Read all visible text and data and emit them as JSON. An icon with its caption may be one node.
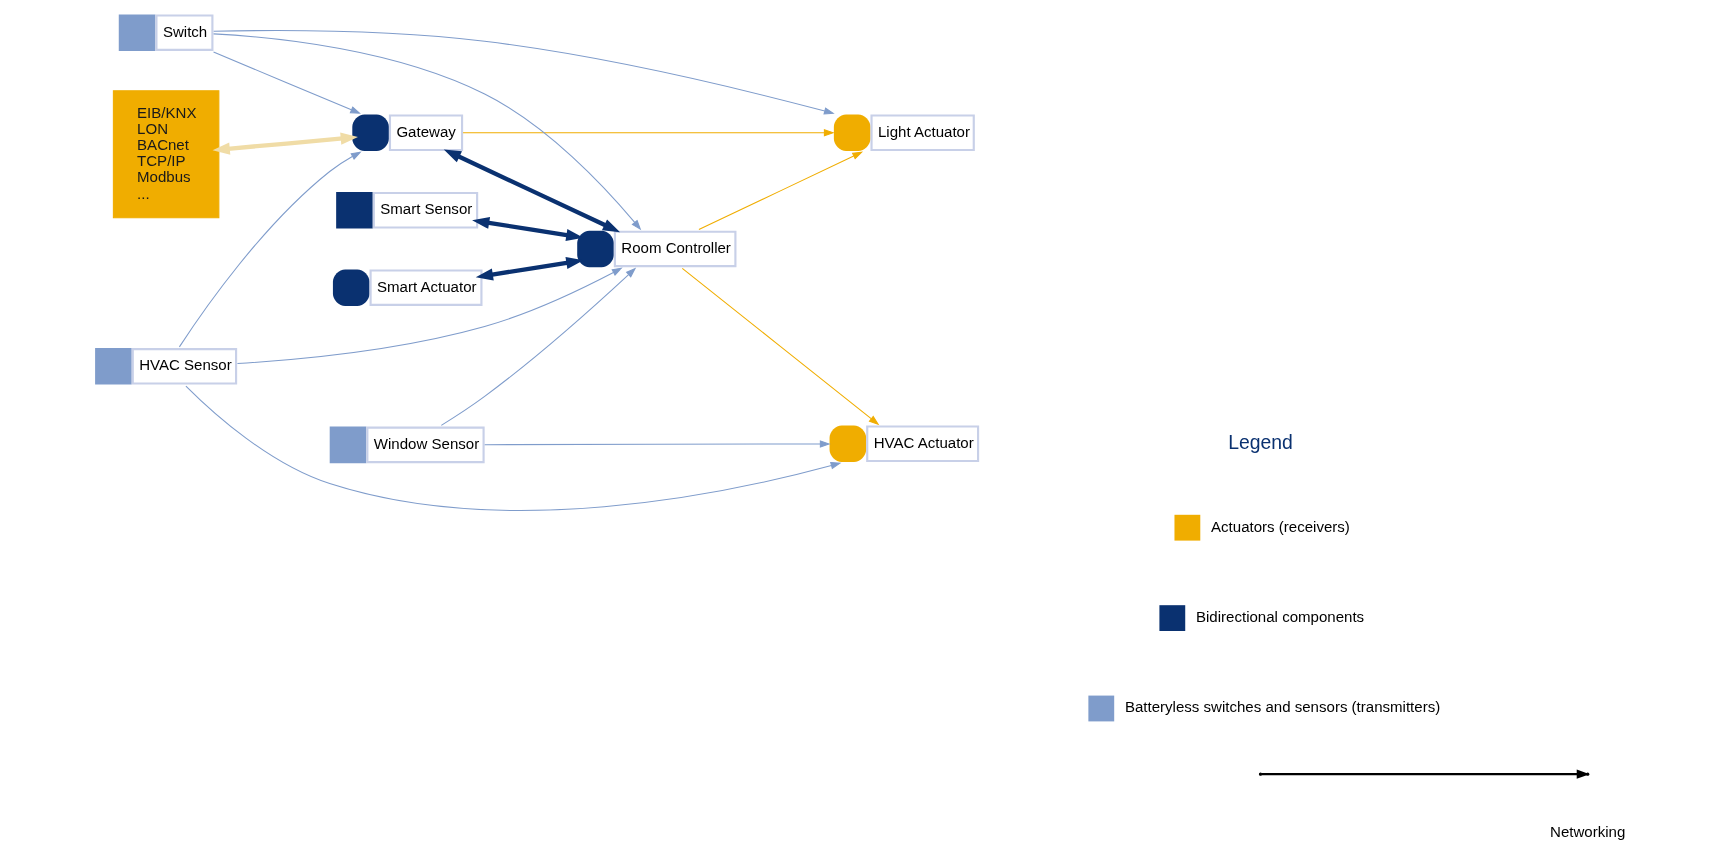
{
  "diagram": {
    "nodes": [
      {
        "text": [
          "Smart Sensor"
        ]
      },
      {
        "text": [
          "Smart Actuator"
        ]
      },
      {
        "text": [
          "Light Actuator"
        ]
      },
      {
        "text": [
          "Window Sensor"
        ]
      },
      {
        "text": [
          "EIB/KNX",
          "LON",
          "BACnet",
          "TCP/IP",
          "Modbus",
          "..."
        ]
      },
      {
        "text": [
          "Gateway"
        ]
      },
      {
        "text": [
          "Room Controller"
        ]
      },
      {
        "text": [
          "Switch"
        ]
      },
      {
        "text": [
          "HVAC Actuator"
        ]
      },
      {
        "text": [
          "HVAC Sensor"
        ]
      }
    ],
    "edges": [
      {
        "from": 0,
        "to": 6,
        "arrow": "both",
        "color": "#0a3170",
        "style": "thick"
      },
      {
        "from": 1,
        "to": 6,
        "arrow": "both",
        "color": "#0a3170",
        "style": "thick"
      },
      {
        "from": 4,
        "to": 5,
        "arrow": "both",
        "color": "#f0dca6",
        "style": "thick"
      },
      {
        "from": 5,
        "to": 6,
        "arrow": "both",
        "color": "#0a3170",
        "style": "thick"
      },
      {
        "from": 5,
        "to": 2,
        "arrow": "to",
        "color": "#f0ad00"
      },
      {
        "from": 6,
        "to": 2,
        "arrow": "to",
        "color": "#f0ad00"
      },
      {
        "from": 3,
        "to": 6,
        "arrow": "to"
      },
      {
        "from": 3,
        "to": 8,
        "arrow": "to"
      },
      {
        "from": 6,
        "to": 8,
        "arrow": "to",
        "color": "#f0ad00"
      },
      {
        "from": 7,
        "to": 5,
        "arrow": "to"
      },
      {
        "from": 7,
        "to": 2,
        "arrow": "to"
      },
      {
        "from": 7,
        "to": 6,
        "arrow": "to"
      },
      {
        "from": 9,
        "to": 5,
        "arrow": "to"
      },
      {
        "from": 9,
        "to": 6,
        "arrow": "to"
      },
      {
        "from": 9,
        "to": 8,
        "arrow": "to"
      }
    ],
    "labels": [
      "Legend"
    ],
    "legend": [
      {
        "text": "Actuators (receivers)",
        "color": "#f0ad00"
      },
      {
        "text": "Bidirectional components",
        "color": "#0a3170"
      },
      {
        "text": "Batteryless switches and sensors (transmitters)",
        "color": "#7f9ccb"
      },
      {
        "text": "Networking"
      }
    ]
  }
}
